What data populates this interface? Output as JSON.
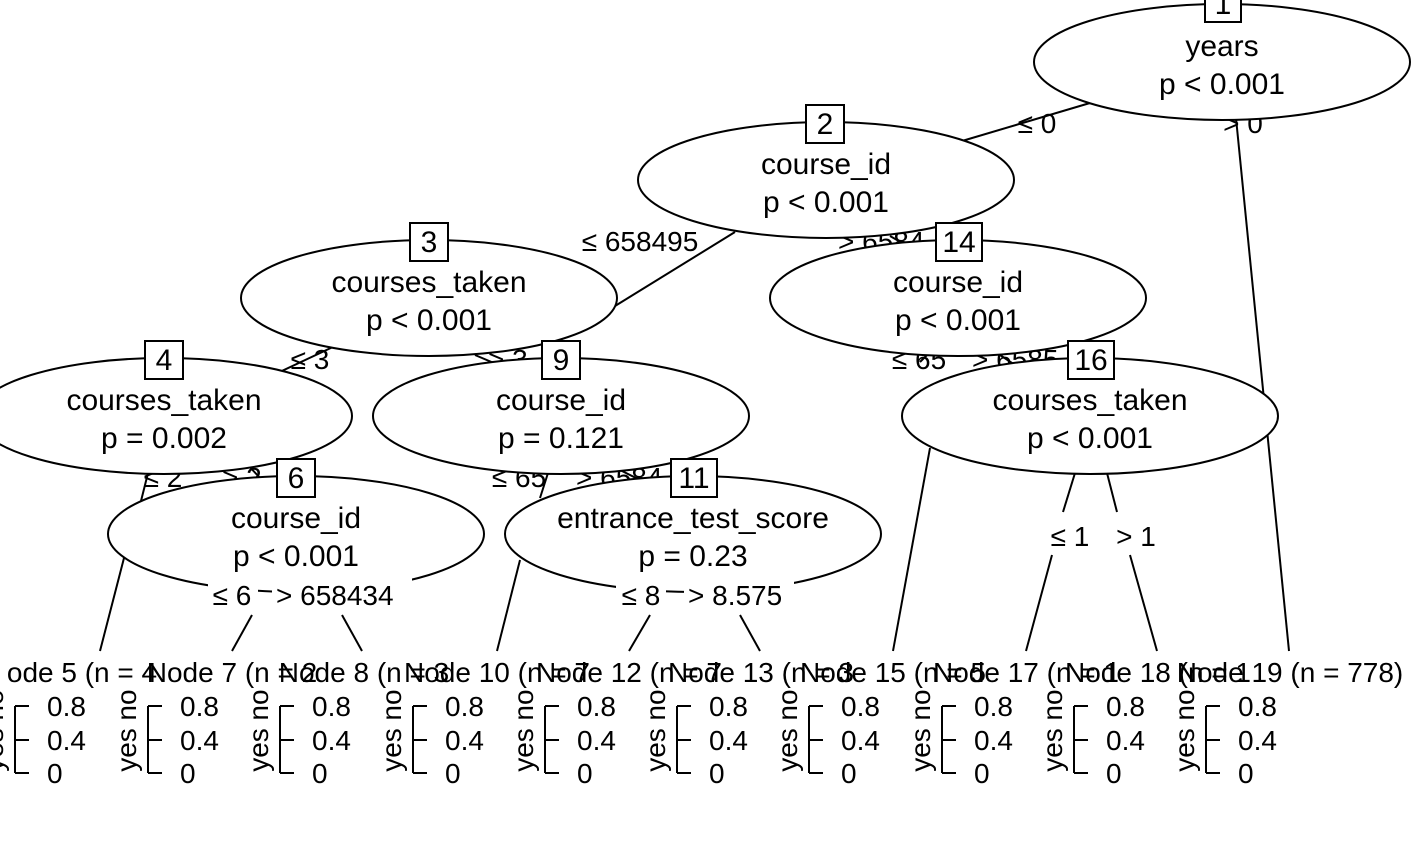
{
  "inner_nodes": [
    {
      "id": "1",
      "variable": "years",
      "p": "p < 0.001"
    },
    {
      "id": "2",
      "variable": "course_id",
      "p": "p < 0.001"
    },
    {
      "id": "3",
      "variable": "courses_taken",
      "p": "p < 0.001"
    },
    {
      "id": "4",
      "variable": "courses_taken",
      "p": "p = 0.002"
    },
    {
      "id": "6",
      "variable": "course_id",
      "p": "p < 0.001"
    },
    {
      "id": "9",
      "variable": "course_id",
      "p": "p = 0.121"
    },
    {
      "id": "11",
      "variable": "entrance_test_score",
      "p": "p = 0.23"
    },
    {
      "id": "14",
      "variable": "course_id",
      "p": "p < 0.001"
    },
    {
      "id": "16",
      "variable": "courses_taken",
      "p": "p < 0.001"
    }
  ],
  "edge_labels": [
    "≤ 0",
    "> 0",
    "≤ 658495",
    "> 6584",
    "≤ 3",
    "> 3",
    "≤ 65",
    "> 6585",
    "≤ 2",
    "> 2",
    "≤ 65",
    "> 6584",
    "≤ 6",
    "> 658434",
    "≤ 8",
    "> 8.575",
    "≤ 1",
    "> 1"
  ],
  "terminal_labels": [
    "ode 5 (n = 4",
    "Node 7 (n = 2",
    "Node 8 (n = 3",
    "Node 10 (n = 7",
    "Node 12 (n = 7",
    "Node 13 (n = 3",
    "Node 15 (n = 5",
    "Node 17 (n = 1",
    "Node 18 (n = 1",
    "Node 19 (n = 778)"
  ],
  "terminal_ylabel": {
    "top": "no",
    "bottom": "yes"
  },
  "terminal_ticks": [
    "0.8",
    "0.4",
    "0"
  ],
  "colors": {
    "line": "#000000",
    "background": "#ffffff"
  }
}
